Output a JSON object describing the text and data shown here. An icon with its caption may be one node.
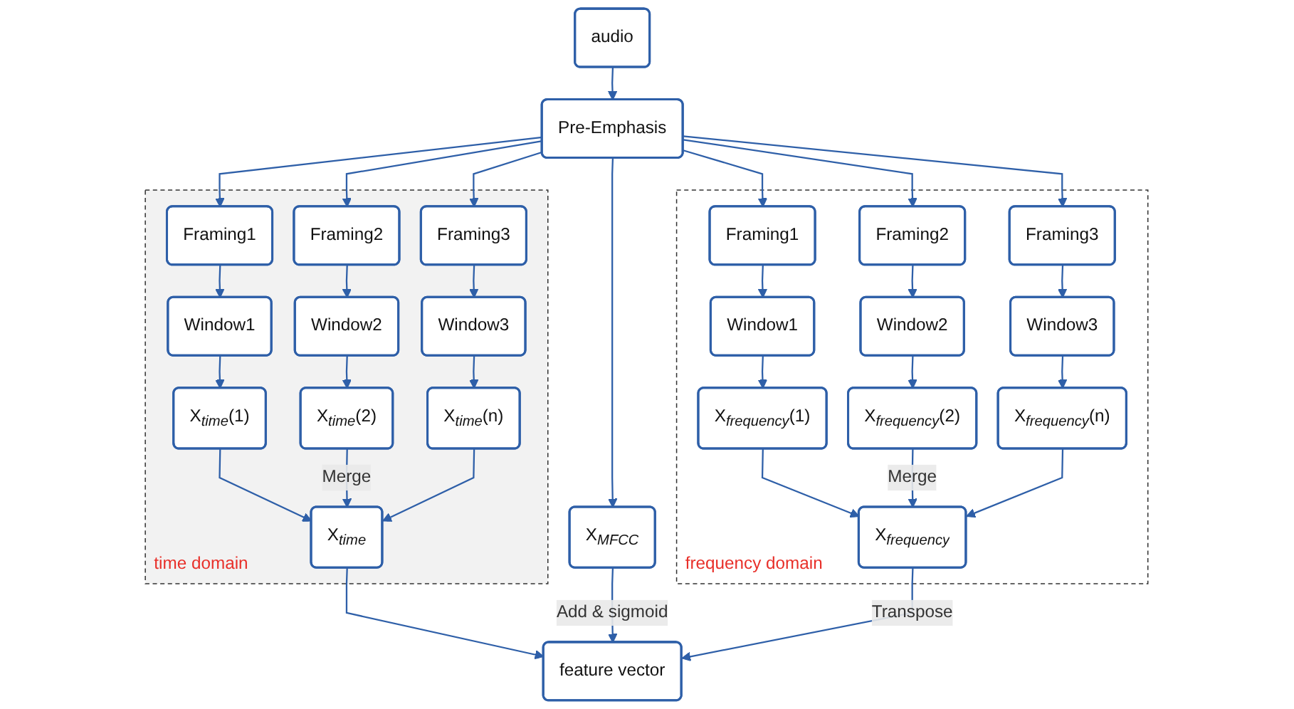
{
  "diagram": {
    "nodes": [
      {
        "text": [
          "audio"
        ]
      },
      {
        "text": [
          "Pre-Emphasis"
        ]
      },
      {
        "text": [
          "time domain"
        ]
      },
      {
        "text": [
          "Framing1"
        ],
        "in": 2
      },
      {
        "text": [
          "Framing2"
        ],
        "in": 2
      },
      {
        "text": [
          "Framing3"
        ],
        "in": 2
      },
      {
        "text": [
          "Window1"
        ],
        "in": 2
      },
      {
        "text": [
          "Window2"
        ],
        "in": 2
      },
      {
        "text": [
          "Window3"
        ],
        "in": 2
      },
      {
        "text": [
          "X$_{time}$(1)"
        ],
        "in": 2
      },
      {
        "text": [
          "X$_{time}$(2)"
        ],
        "in": 2
      },
      {
        "text": [
          "X$_{time}$(n)"
        ],
        "in": 2
      },
      {
        "text": [
          "X$_{time}$"
        ],
        "in": 2
      },
      {
        "text": [
          "X$_{MFCC}$"
        ]
      },
      {
        "text": [
          "frequency domain"
        ]
      },
      {
        "text": [
          "Framing1"
        ],
        "in": 14
      },
      {
        "text": [
          "Framing2"
        ],
        "in": 14
      },
      {
        "text": [
          "Framing3"
        ],
        "in": 14
      },
      {
        "text": [
          "Window1"
        ],
        "in": 14
      },
      {
        "text": [
          "Window2"
        ],
        "in": 14
      },
      {
        "text": [
          "Window3"
        ],
        "in": 14
      },
      {
        "text": [
          "X$_{frequency}$(1)"
        ],
        "in": 14
      },
      {
        "text": [
          "X$_{frequency}$(2)"
        ],
        "in": 14
      },
      {
        "text": [
          "X$_{frequency}$(n)"
        ],
        "in": 14
      },
      {
        "text": [
          "X$_{frequency}$"
        ],
        "in": 14
      },
      {
        "text": [
          "feature vector"
        ]
      }
    ],
    "edges": [
      {
        "from": 0,
        "to": 1,
        "arrow": "to"
      },
      {
        "from": 1,
        "to": 3,
        "arrow": "to"
      },
      {
        "from": 1,
        "to": 4,
        "arrow": "to"
      },
      {
        "from": 1,
        "to": 5,
        "arrow": "to"
      },
      {
        "from": 1,
        "to": 13,
        "arrow": "to"
      },
      {
        "from": 1,
        "to": 15,
        "arrow": "to"
      },
      {
        "from": 1,
        "to": 16,
        "arrow": "to"
      },
      {
        "from": 1,
        "to": 17,
        "arrow": "to"
      },
      {
        "from": 3,
        "to": 6,
        "arrow": "to"
      },
      {
        "from": 4,
        "to": 7,
        "arrow": "to"
      },
      {
        "from": 5,
        "to": 8,
        "arrow": "to"
      },
      {
        "from": 6,
        "to": 9,
        "arrow": "to"
      },
      {
        "from": 7,
        "to": 10,
        "arrow": "to"
      },
      {
        "from": 8,
        "to": 11,
        "arrow": "to"
      },
      {
        "from": 9,
        "to": 12,
        "arrow": "to"
      },
      {
        "from": 10,
        "to": 12,
        "arrow": "to",
        "label": "Merge"
      },
      {
        "from": 11,
        "to": 12,
        "arrow": "to"
      },
      {
        "from": 15,
        "to": 18,
        "arrow": "to"
      },
      {
        "from": 16,
        "to": 19,
        "arrow": "to"
      },
      {
        "from": 17,
        "to": 20,
        "arrow": "to"
      },
      {
        "from": 18,
        "to": 21,
        "arrow": "to"
      },
      {
        "from": 19,
        "to": 22,
        "arrow": "to"
      },
      {
        "from": 20,
        "to": 23,
        "arrow": "to"
      },
      {
        "from": 21,
        "to": 24,
        "arrow": "to"
      },
      {
        "from": 22,
        "to": 24,
        "arrow": "to",
        "label": "Merge"
      },
      {
        "from": 23,
        "to": 24,
        "arrow": "to"
      },
      {
        "from": 12,
        "to": 25,
        "arrow": "to"
      },
      {
        "from": 13,
        "to": 25,
        "arrow": "to",
        "label": "Add & sigmoid"
      },
      {
        "from": 24,
        "to": 25,
        "arrow": "to",
        "label": "Transpose"
      }
    ]
  }
}
